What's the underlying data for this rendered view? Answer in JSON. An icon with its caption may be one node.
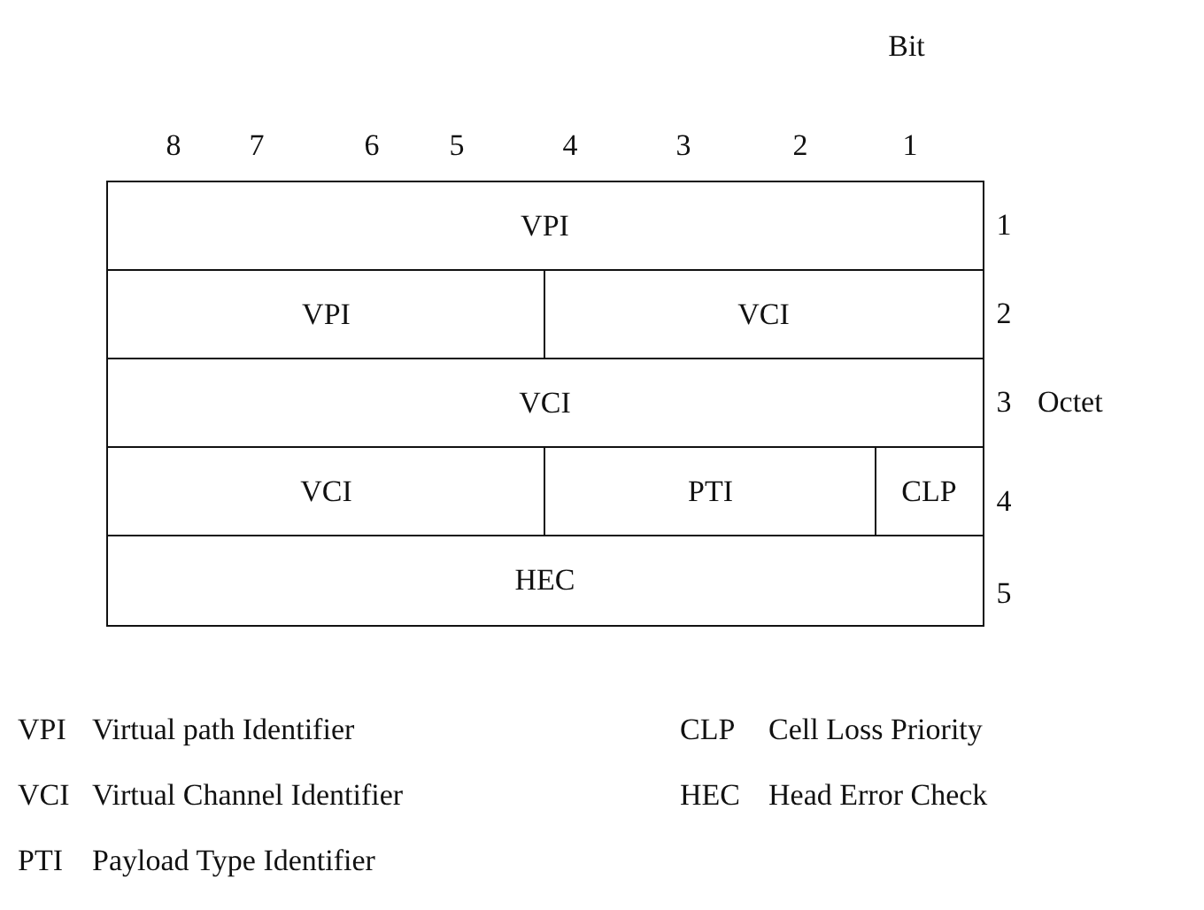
{
  "diagram": {
    "nodes": [
      {
        "text": [
          "VPI"
        ]
      },
      {
        "text": [
          "VPI"
        ]
      },
      {
        "text": [
          "VCI"
        ]
      },
      {
        "text": [
          "VCI"
        ]
      },
      {
        "text": [
          "VCI"
        ]
      },
      {
        "text": [
          "PTI"
        ]
      },
      {
        "text": [
          "CLP"
        ]
      },
      {
        "text": [
          "HEC"
        ]
      }
    ],
    "labels": [
      "Bit",
      "8",
      "7",
      "6",
      "5",
      "4",
      "3",
      "2",
      "1",
      "1",
      "2",
      "3",
      "Octet",
      "4",
      "5",
      "VPI",
      "Virtual path Identifier",
      "CLP",
      "Cell Loss Priority",
      "VCI",
      "Virtual Channel Identifier",
      "HEC",
      "Head Error Check",
      "PTI",
      "Payload Type Identifier"
    ]
  }
}
